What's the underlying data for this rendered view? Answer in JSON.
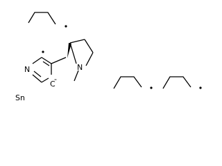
{
  "molecule": {
    "atoms": {
      "nitrogen_pyridine": "N",
      "nitrogen_pyrrolidine": "N",
      "carbanion_carbon": "C",
      "carbanion_charge": "-",
      "tin": "Sn"
    },
    "fragments": [
      "butyl-radical-top",
      "butyl-radical-bottom-left",
      "butyl-radical-bottom-right",
      "methylpyrrolidinyl-pyridinide",
      "tin-atom"
    ]
  },
  "colors": {
    "bond": "#000000",
    "label": "#000000",
    "background": "#ffffff"
  }
}
